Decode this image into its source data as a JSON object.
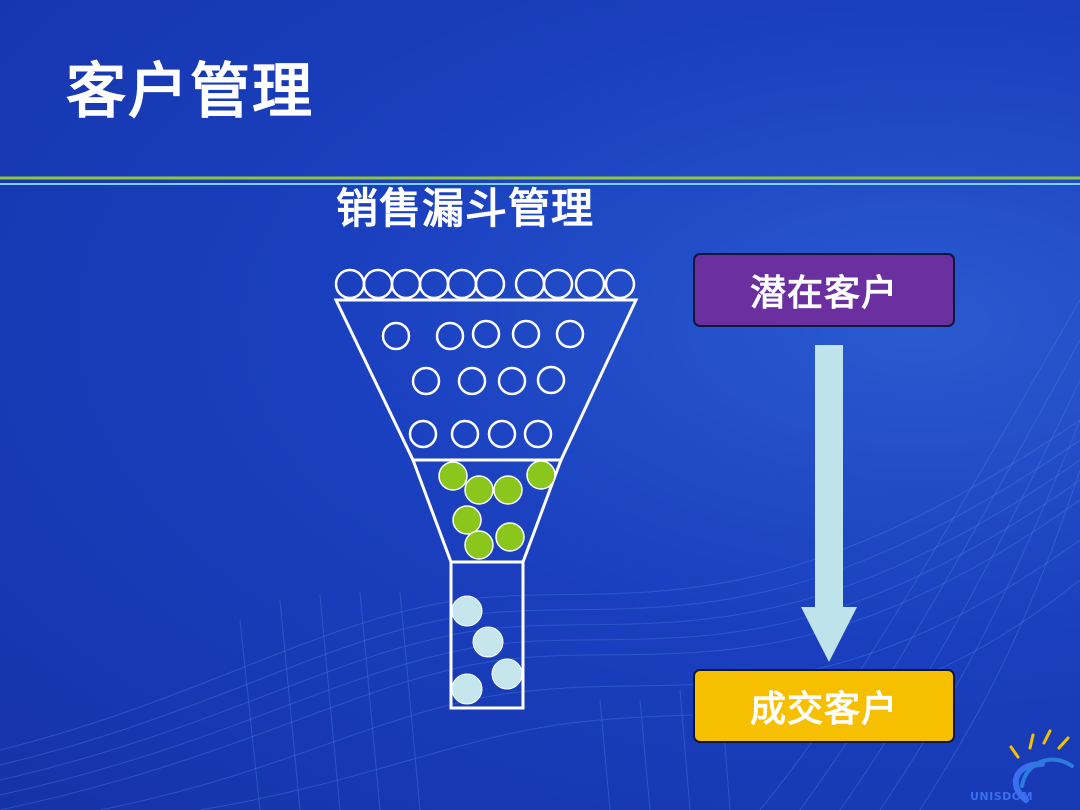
{
  "slide": {
    "title": "客户管理",
    "subtitle": "销售漏斗管理",
    "stages": {
      "top": "潜在客户",
      "bottom": "成交客户"
    },
    "logo_text": "UNISDOM"
  },
  "colors": {
    "background": "#1a3fbf",
    "divider_primary": "#8fc63c",
    "divider_secondary": "#7ed0e8",
    "potential_box": "#6b2fa0",
    "deal_box": "#f6c000",
    "arrow": "#bfe3ea",
    "green_ball": "#8ac61c",
    "light_ball": "#c4e6ec"
  },
  "icons": [
    "funnel-diagram",
    "down-arrow-icon",
    "sun-logo-icon"
  ]
}
